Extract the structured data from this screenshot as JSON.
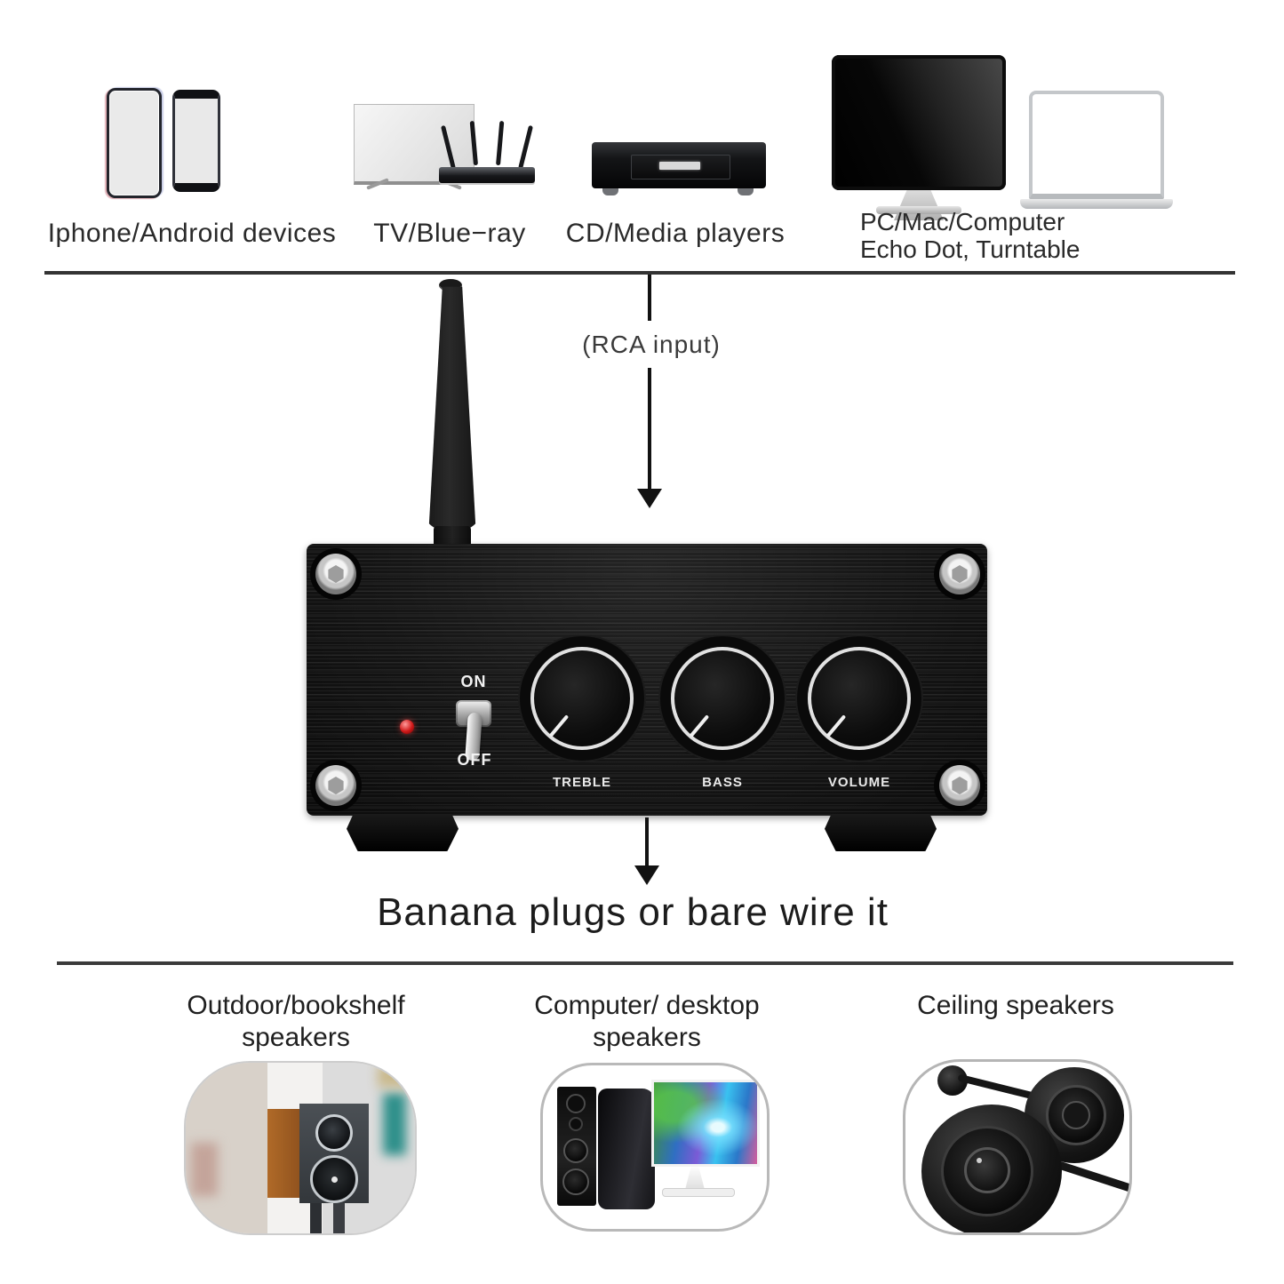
{
  "sources": {
    "items": [
      {
        "label": "Iphone/Android devices"
      },
      {
        "label": "TV/Blue−ray"
      },
      {
        "label": "CD/Media players"
      },
      {
        "label_line1": "PC/Mac/Computer",
        "label_line2": "Echo Dot, Turntable"
      }
    ]
  },
  "connection": {
    "rca_label": "(RCA input)"
  },
  "amplifier": {
    "power_on": "ON",
    "power_off": "OFF",
    "knob_labels": [
      "TREBLE",
      "BASS",
      "VOLUME"
    ]
  },
  "output_caption": "Banana plugs or bare wire it",
  "speakers": {
    "items": [
      {
        "line1": "Outdoor/bookshelf",
        "line2": "speakers"
      },
      {
        "line1": "Computer/ desktop",
        "line2": "speakers"
      },
      {
        "line1": "Ceiling speakers",
        "line2": ""
      }
    ]
  },
  "colors": {
    "led_red": "#d01818",
    "divider": "#333333",
    "amp_black": "#141414"
  }
}
